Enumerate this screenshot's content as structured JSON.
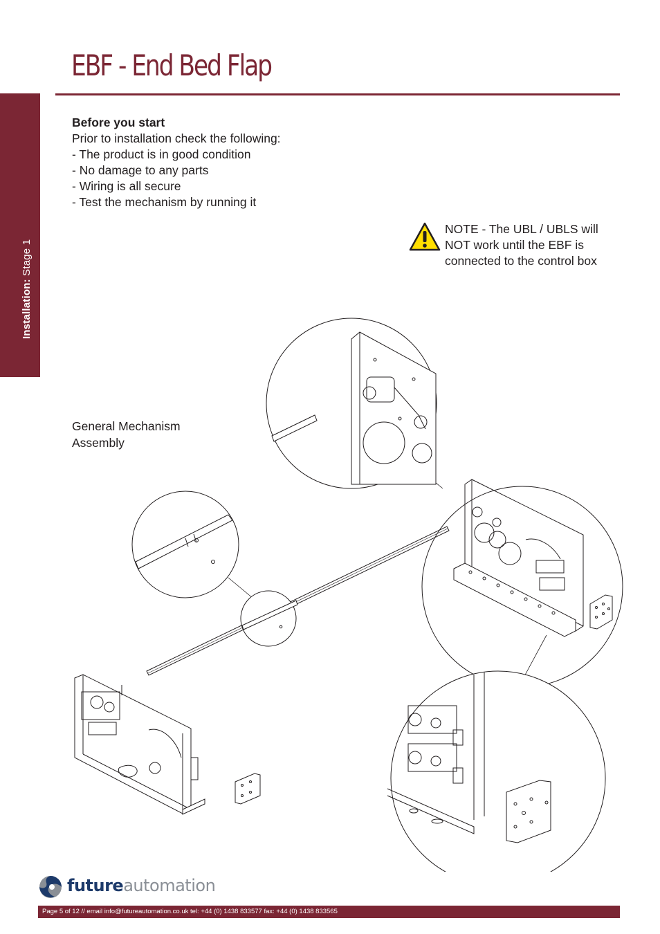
{
  "sidebar": {
    "label_bold": "Installation:",
    "label_rest": " Stage 1"
  },
  "header": {
    "title": "EBF - End Bed Flap"
  },
  "intro": {
    "heading": "Before you start",
    "lead": "Prior to installation check the following:",
    "items": [
      "- The product is in good condition",
      "- No damage to any parts",
      "- Wiring is all secure",
      "- Test the mechanism by running it"
    ]
  },
  "note": {
    "lines": [
      "NOTE - The UBL / UBLS will",
      "NOT work until the EBF is",
      "connected to the control box"
    ],
    "icon": "warning-triangle-icon",
    "icon_color": "#ffde00"
  },
  "diagram": {
    "label_lines": [
      "General Mechanism",
      "Assembly"
    ]
  },
  "footer": {
    "logo_part1": "future",
    "logo_part2": "automation",
    "text": "Page 5 of 12 // email info@futureautomation.co.uk  tel: +44 (0) 1438 833577  fax: +44 (0) 1438 833565"
  },
  "colors": {
    "accent": "#7b2634",
    "logo_blue": "#1d3a6a",
    "logo_grey": "#8a8f96"
  }
}
